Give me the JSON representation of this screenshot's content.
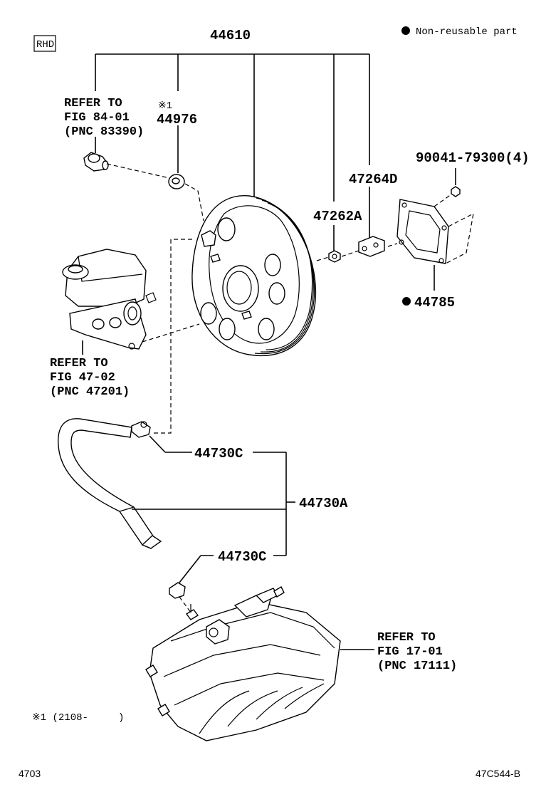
{
  "rhd_label": "RHD",
  "legend": {
    "bullet": "●",
    "text": "Non-reusable part"
  },
  "parts": {
    "p44610": "44610",
    "p44976_note": "※1",
    "p44976": "44976",
    "p47264D": "47264D",
    "p47262A": "47262A",
    "p90041": "90041-79300(4)",
    "p44785": "44785",
    "p44730C_upper": "44730C",
    "p44730A": "44730A",
    "p44730C_lower": "44730C"
  },
  "refs": {
    "ref_84": [
      "REFER TO",
      "FIG 84-01",
      "(PNC 83390)"
    ],
    "ref_47": [
      "REFER TO",
      "FIG 47-02",
      "(PNC 47201)"
    ],
    "ref_17": [
      "REFER TO",
      "FIG 17-01",
      "(PNC 17111)"
    ]
  },
  "footnote": "※1 (2108-     )",
  "footer": {
    "left": "4703",
    "right": "47C544-B"
  },
  "icons": [
    "brake-booster-icon",
    "master-cylinder-icon",
    "vacuum-hose-icon",
    "intake-manifold-icon",
    "check-valve-icon",
    "grommet-icon",
    "gasket-icon",
    "nut-icon",
    "clevis-icon",
    "hose-clamp-icon"
  ]
}
